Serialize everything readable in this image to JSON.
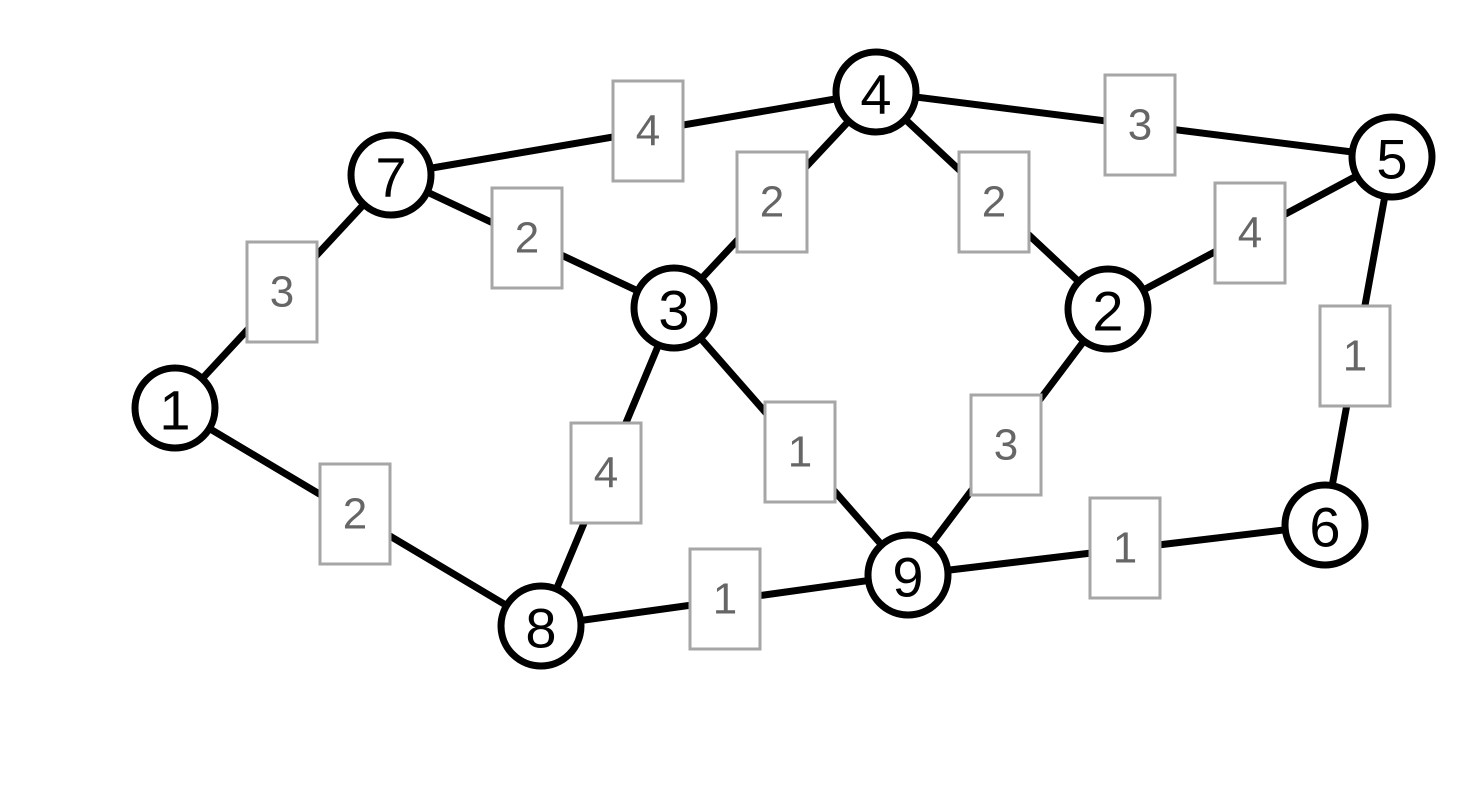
{
  "graph": {
    "nodes": [
      {
        "id": "1",
        "label": "1"
      },
      {
        "id": "2",
        "label": "2"
      },
      {
        "id": "3",
        "label": "3"
      },
      {
        "id": "4",
        "label": "4"
      },
      {
        "id": "5",
        "label": "5"
      },
      {
        "id": "6",
        "label": "6"
      },
      {
        "id": "7",
        "label": "7"
      },
      {
        "id": "8",
        "label": "8"
      },
      {
        "id": "9",
        "label": "9"
      }
    ],
    "edges": [
      {
        "from": "1",
        "to": "7",
        "weight": "3"
      },
      {
        "from": "1",
        "to": "8",
        "weight": "2"
      },
      {
        "from": "7",
        "to": "4",
        "weight": "4"
      },
      {
        "from": "7",
        "to": "3",
        "weight": "2"
      },
      {
        "from": "3",
        "to": "4",
        "weight": "2"
      },
      {
        "from": "3",
        "to": "8",
        "weight": "4"
      },
      {
        "from": "3",
        "to": "9",
        "weight": "1"
      },
      {
        "from": "4",
        "to": "5",
        "weight": "3"
      },
      {
        "from": "4",
        "to": "2",
        "weight": "2"
      },
      {
        "from": "2",
        "to": "5",
        "weight": "4"
      },
      {
        "from": "2",
        "to": "9",
        "weight": "3"
      },
      {
        "from": "5",
        "to": "6",
        "weight": "1"
      },
      {
        "from": "8",
        "to": "9",
        "weight": "1"
      },
      {
        "from": "9",
        "to": "6",
        "weight": "1"
      }
    ]
  }
}
